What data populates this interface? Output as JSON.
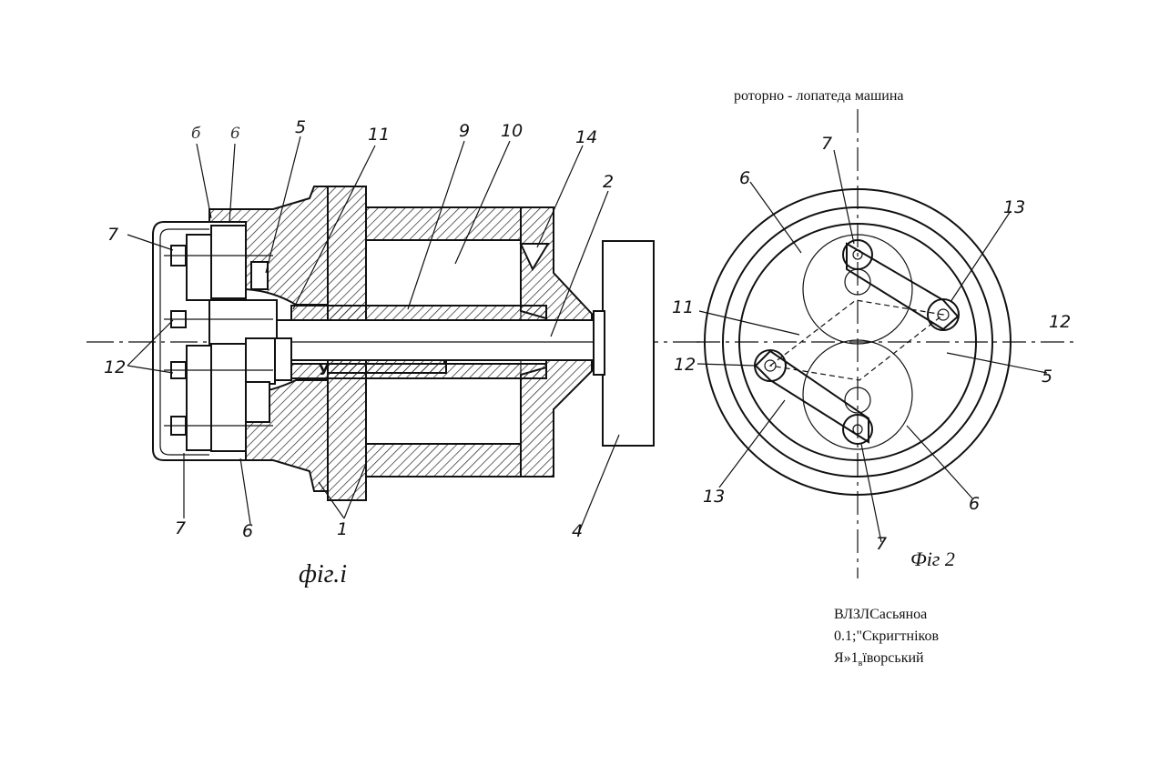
{
  "caption_top": "роторно - лопатеда машина",
  "figure1": {
    "caption": "фіг.і",
    "labels": [
      "б",
      "6",
      "5",
      "11",
      "9",
      "10",
      "14",
      "2",
      "7",
      "12",
      "7",
      "6",
      "1",
      "4",
      "У"
    ]
  },
  "figure2": {
    "caption": "Фіг 2",
    "labels": [
      "7",
      "6",
      "13",
      "11",
      "12",
      "12",
      "5",
      "13",
      "6",
      "7"
    ]
  },
  "authors": {
    "line1": "ВЛЗЛСасьяноа",
    "line2": "0.1;\"Скригтніков",
    "line3_prefix": "Я»1",
    "line3_sub": "в",
    "line3_suffix": "їворський"
  }
}
